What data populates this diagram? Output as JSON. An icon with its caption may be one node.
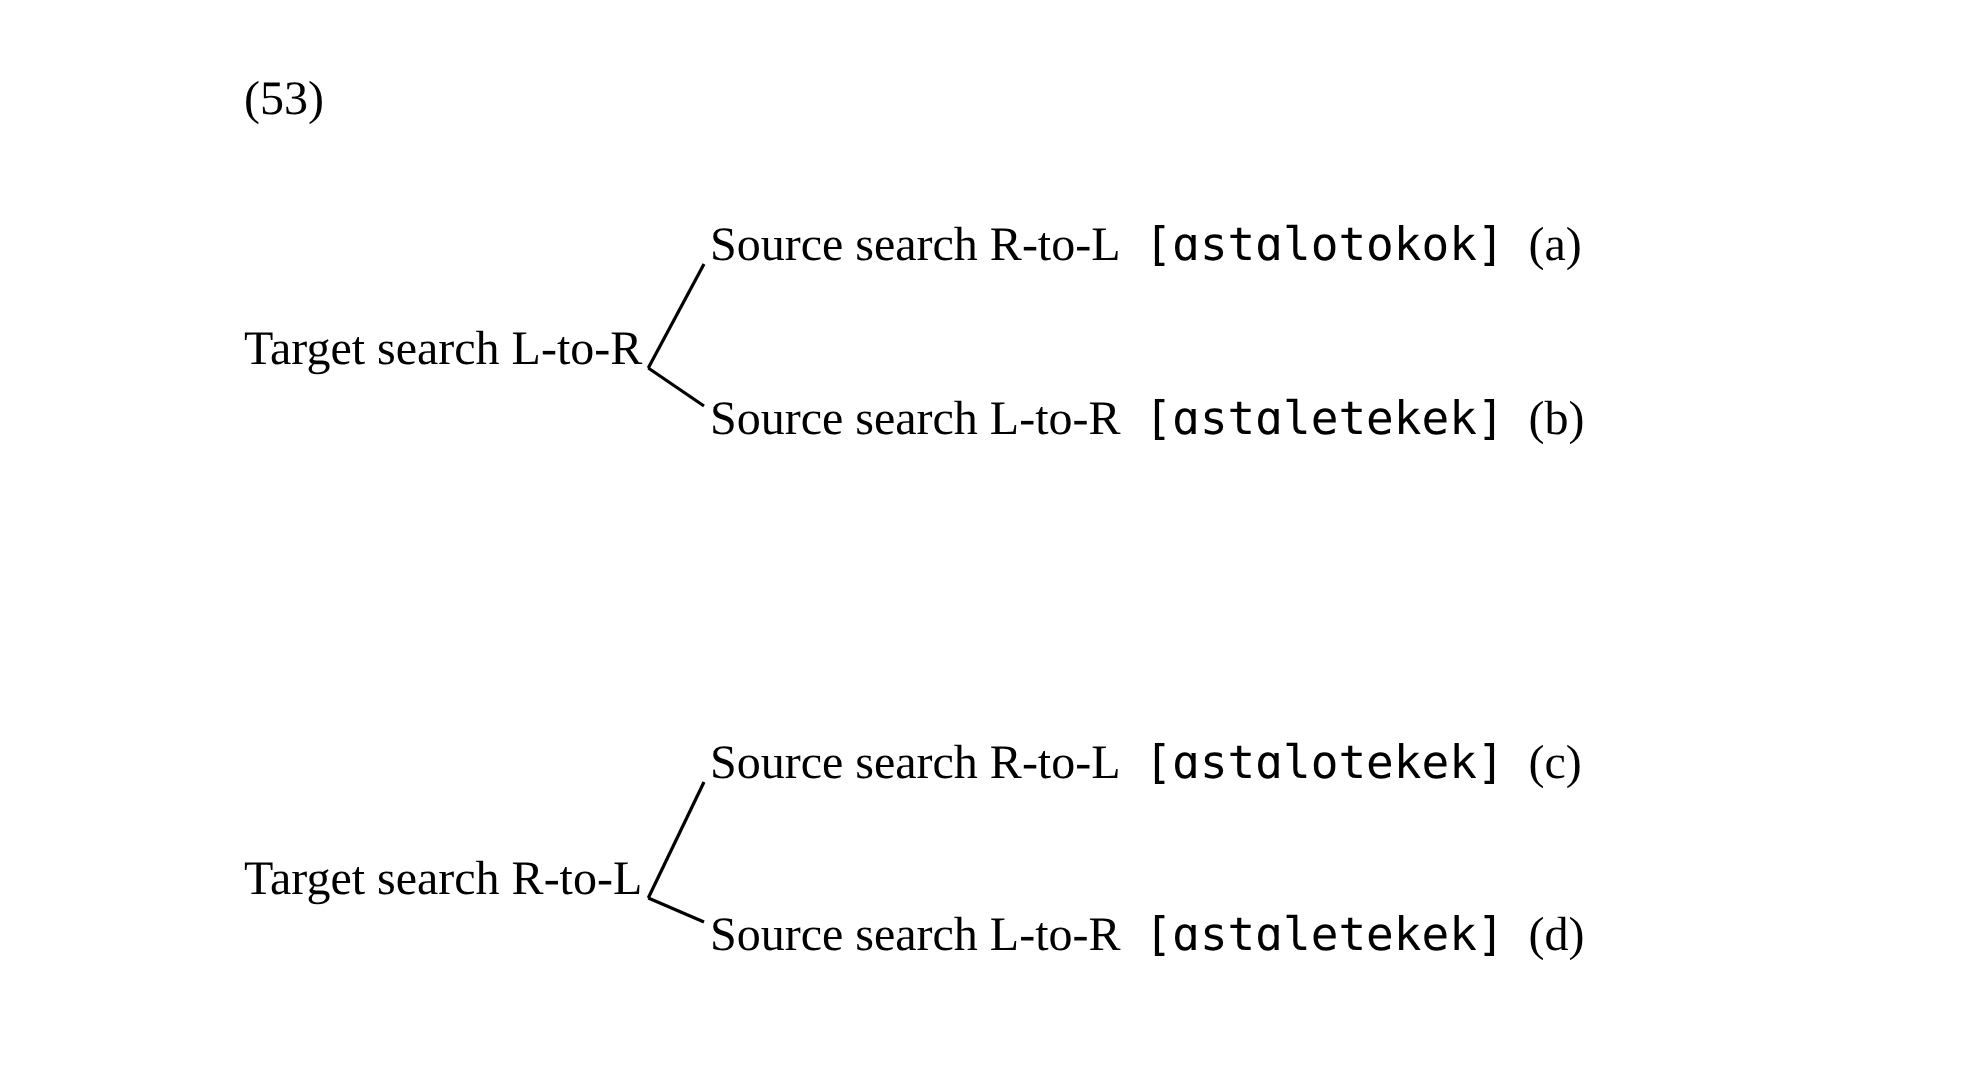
{
  "diagram": {
    "nodes": [
      {
        "text": [
          "Target search L-to-R"
        ]
      },
      {
        "text": [
          "Source search R-to-L",
          "[ɑstɑlotokok]",
          "(a)"
        ]
      },
      {
        "text": [
          "Source search L-to-R",
          "[ɑstɑletekek]",
          "(b)"
        ]
      },
      {
        "text": [
          "Target search R-to-L"
        ]
      },
      {
        "text": [
          "Source search R-to-L",
          "[ɑstɑlotekek]",
          "(c)"
        ]
      },
      {
        "text": [
          "Source search L-to-R",
          "[ɑstɑletekek]",
          "(d)"
        ]
      }
    ],
    "edges": [
      {
        "from": 0,
        "to": 1,
        "arrow": "none"
      },
      {
        "from": 0,
        "to": 2,
        "arrow": "none"
      },
      {
        "from": 3,
        "to": 4,
        "arrow": "none"
      },
      {
        "from": 3,
        "to": 5,
        "arrow": "none"
      }
    ],
    "labels": [
      "(53)"
    ]
  }
}
